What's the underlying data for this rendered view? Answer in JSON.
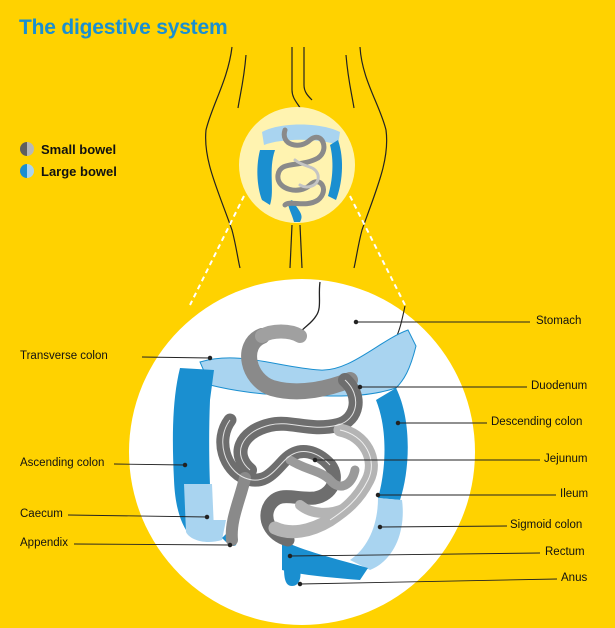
{
  "title": "The digestive system",
  "legend": [
    {
      "label": "Small bowel",
      "colors": [
        "#5f5f5f",
        "#b8b8b8"
      ]
    },
    {
      "label": "Large bowel",
      "colors": [
        "#1a8fd0",
        "#a9d4f0"
      ]
    }
  ],
  "labels_left": {
    "transverse_colon": "Transverse colon",
    "ascending_colon": "Ascending colon",
    "caecum": "Caecum",
    "appendix": "Appendix"
  },
  "labels_right": {
    "stomach": "Stomach",
    "duodenum": "Duodenum",
    "descending_colon": "Descending colon",
    "jejunum": "Jejunum",
    "ileum": "Ileum",
    "sigmoid_colon": "Sigmoid colon",
    "rectum": "Rectum",
    "anus": "Anus"
  },
  "colors": {
    "background": "#ffd200",
    "title": "#1a8fd0",
    "large_bowel_dark": "#1a8fd0",
    "large_bowel_light": "#a9d4f0",
    "small_bowel_dark": "#6e6e6e",
    "small_bowel_light": "#b4b4b4"
  }
}
